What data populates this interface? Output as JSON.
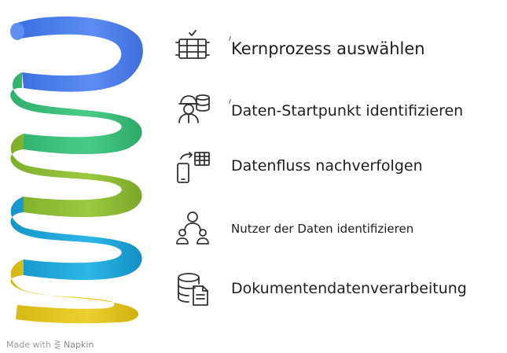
{
  "steps": [
    {
      "label": "Kernprozess auswählen",
      "icon": "server-rack-icon",
      "color": "#4a7ee8"
    },
    {
      "label": "Daten-Startpunkt identifizieren",
      "icon": "worker-database-icon",
      "color": "#38c07a"
    },
    {
      "label": "Datenfluss nachverfolgen",
      "icon": "phone-table-flow-icon",
      "color": "#8dbb33"
    },
    {
      "label": "Nutzer der Daten identifizieren",
      "icon": "users-group-icon",
      "color": "#19a7d8"
    },
    {
      "label": "Dokumentendatenverarbeitung",
      "icon": "database-document-icon",
      "color": "#e0c51b"
    }
  ],
  "footer": {
    "prefix": "Made with",
    "brand": "Napkin"
  }
}
